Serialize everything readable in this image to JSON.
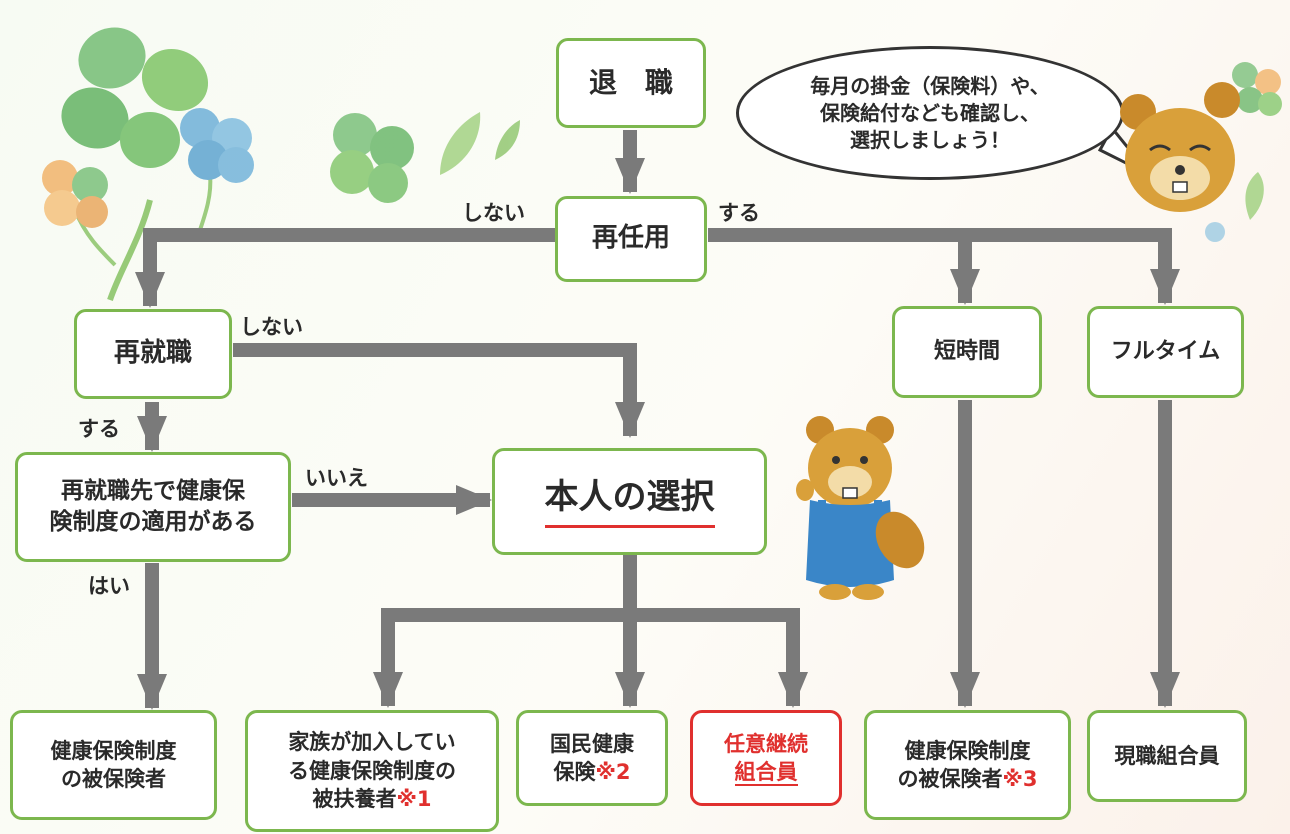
{
  "nodes": {
    "retirement": "退　職",
    "reemployment": "再任用",
    "new_job": "再就職",
    "short_time": "短時間",
    "full_time": "フルタイム",
    "new_job_coverage_line1": "再就職先で健康保",
    "new_job_coverage_line2": "険制度の適用がある",
    "own_choice": "本人の選択",
    "insured_line1": "健康保険制度",
    "insured_line2": "の被保険者",
    "dependent_line1": "家族が加入してい",
    "dependent_line2": "る健康保険制度の",
    "dependent_line3": "被扶養者",
    "dependent_note": "※1",
    "national_line1": "国民健康",
    "national_line2": "保険",
    "national_note": "※2",
    "voluntary_line1": "任意継続",
    "voluntary_line2": "組合員",
    "insured3_line1": "健康保険制度",
    "insured3_line2": "の被保険者",
    "insured3_note": "※3",
    "current_member": "現職組合員"
  },
  "edge_labels": {
    "reemploy_no": "しない",
    "reemploy_yes": "する",
    "new_job_no": "しない",
    "new_job_yes": "する",
    "coverage_no": "いいえ",
    "coverage_yes": "はい"
  },
  "speech_bubble": {
    "line1": "毎月の掛金（保険料）や、",
    "line2": "保険給付なども確認し、",
    "line3": "選択しましょう！"
  },
  "colors": {
    "box_border": "#7cb74e",
    "arrow": "#7a7a7a",
    "accent_red": "#e0302e"
  }
}
